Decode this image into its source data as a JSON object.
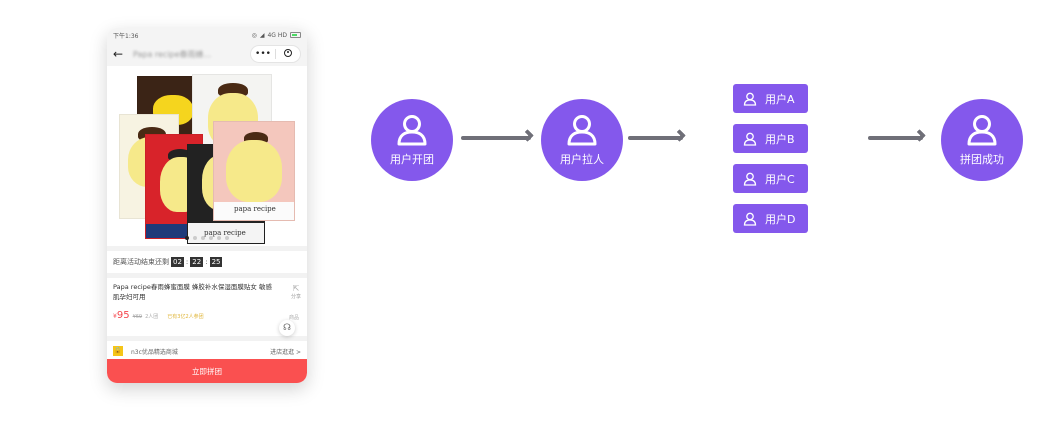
{
  "phone": {
    "status_bar": {
      "time": "下午1:36",
      "network": "4G HD"
    },
    "nav": {
      "back_icon": "arrow-left-icon",
      "title": "Papa recipe春雨蜂...",
      "more_icon": "ellipsis-icon",
      "close_icon": "target-icon"
    },
    "product_image": {
      "brand_text": "papa recipe",
      "carousel_dots": 6,
      "active_dot": 1
    },
    "countdown": {
      "label": "距离活动结束还剩",
      "hours": "02",
      "minutes": "22",
      "seconds": "25",
      "sep": ":"
    },
    "product": {
      "title": "Papa recipe春雨蜂蜜面膜 蜂胶补水保湿面膜贴女 敏感肌孕妇可用",
      "share_label": "分享",
      "currency": "¥",
      "price": "95",
      "original_price": "¥69",
      "group_size": "2人团",
      "joined_text": "已有3亿2人参团",
      "more_label": "商品"
    },
    "shop": {
      "name": "n3c优品精选商城",
      "enter_label": "进店逛逛 >"
    },
    "cta_label": "立即拼团"
  },
  "diagram": {
    "accent_color": "#8458ec",
    "arrow_color": "#6f6f78",
    "steps": [
      {
        "label": "用户开团",
        "icon": "user-icon"
      },
      {
        "label": "用户拉人",
        "icon": "user-icon"
      },
      {
        "label": "拼团成功",
        "icon": "user-icon"
      }
    ],
    "users": [
      {
        "label": "用户A",
        "icon": "user-icon"
      },
      {
        "label": "用户B",
        "icon": "user-icon"
      },
      {
        "label": "用户C",
        "icon": "user-icon"
      },
      {
        "label": "用户D",
        "icon": "user-icon"
      }
    ]
  }
}
